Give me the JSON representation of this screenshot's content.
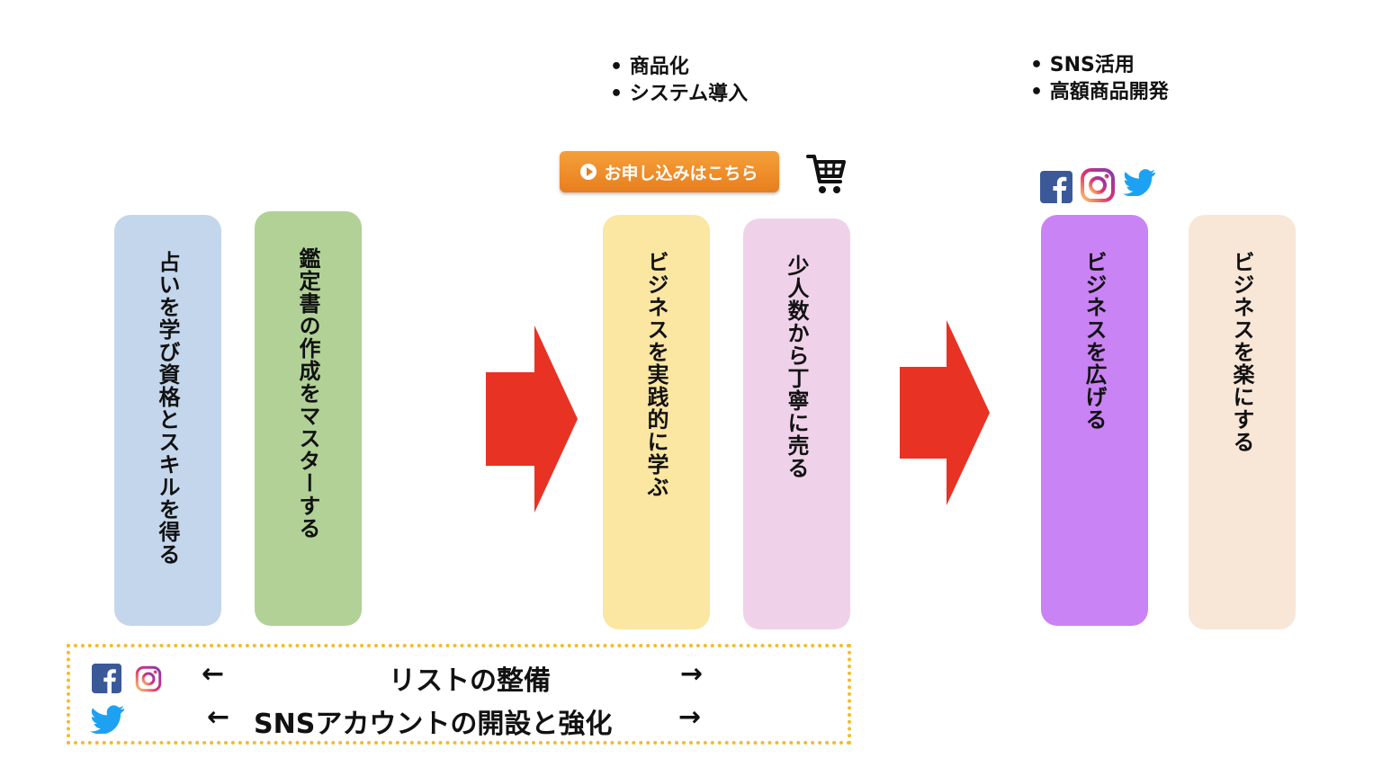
{
  "top_bullets": {
    "middle": [
      "商品化",
      "システム導入"
    ],
    "right": [
      "SNS活用",
      "高額商品開発"
    ]
  },
  "cta_button": {
    "label": "お申し込みはこちら"
  },
  "cards": [
    {
      "label": "占いを学び資格とスキルを得る",
      "color": "#c3d6ec"
    },
    {
      "label": "鑑定書の作成をマスターする",
      "color": "#b1d197"
    },
    {
      "label": "ビジネスを実践的に学ぶ",
      "color": "#fbe6a2"
    },
    {
      "label": "少人数から丁寧に売る",
      "color": "#efd2ea"
    },
    {
      "label": "ビジネスを広げる",
      "color": "#c983f5"
    },
    {
      "label": "ビジネスを楽にする",
      "color": "#f8e6d6"
    }
  ],
  "arrow_color": "#e83224",
  "bottom": {
    "line1_text": "リストの整備",
    "line2_text": "SNSアカウントの開設と強化",
    "left_arrow": "←",
    "right_arrow": "→"
  },
  "colors": {
    "facebook": "#3b5998",
    "twitter": "#1da1f2",
    "cta": "#ee8a2a",
    "dotted_border": "#f2bd2b"
  }
}
